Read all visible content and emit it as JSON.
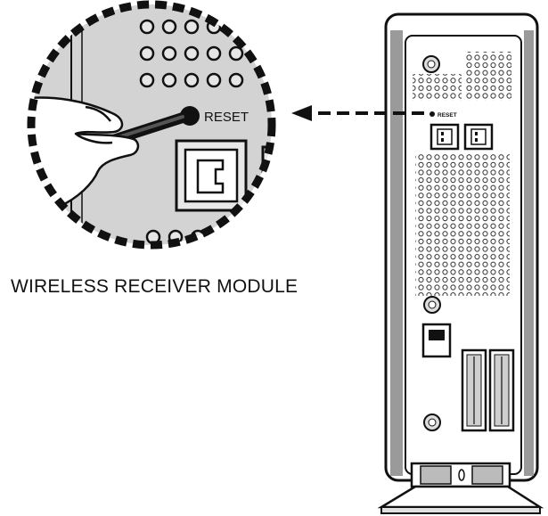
{
  "labels": {
    "reset_zoom": "RESET",
    "reset_small": "RESET",
    "module_caption": "WIRELESS RECEIVER MODULE"
  },
  "colors": {
    "line": "#111111",
    "panel_fill": "#d3d3d3",
    "device_fill": "#ffffff"
  },
  "icons": {
    "reset_pin_hand": "hand-holding-pin-icon",
    "power_socket": "power-socket-icon",
    "pointer_arrow": "dashed-arrow-icon"
  }
}
